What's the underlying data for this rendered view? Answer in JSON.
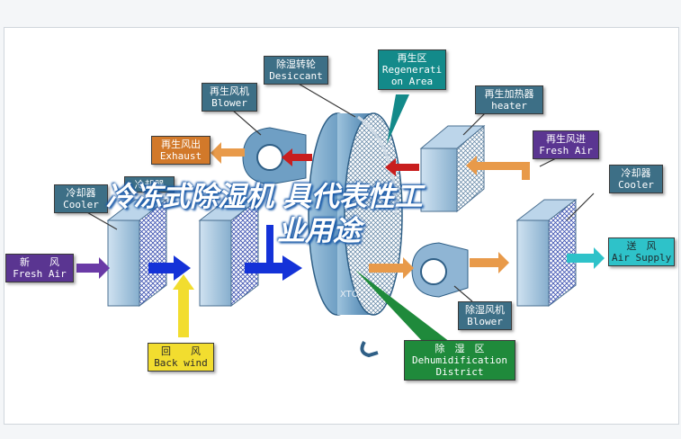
{
  "labels": {
    "desiccant": {
      "zh": "除湿转轮",
      "en": "Desiccant"
    },
    "regen_area": {
      "zh": "再生区",
      "en1": "Regenerati",
      "en2": "on Area"
    },
    "regen_blower": {
      "zh": "再生风机",
      "en": "Blower"
    },
    "regen_heater": {
      "zh": "再生加热器",
      "en": "heater"
    },
    "regen_exhaust": {
      "zh": "再生风出",
      "en": "Exhaust"
    },
    "regen_air_in": {
      "zh": "再生风进",
      "en": "Fresh Air"
    },
    "cooler_left": {
      "zh": "冷却器",
      "en": "Cooler"
    },
    "cooler_mid": {
      "zh": "冷却器"
    },
    "cooler_right": {
      "zh": "冷却器",
      "en": "Cooler"
    },
    "fresh_air": {
      "zh": "新　　风",
      "en": "Fresh Air"
    },
    "supply_air": {
      "zh": "送　风",
      "en": "Air Supply"
    },
    "back_wind": {
      "zh": "回　　风",
      "en": "Back wind"
    },
    "dehum_blower": {
      "zh": "除湿风机",
      "en": "Blower"
    },
    "dehum_district": {
      "zh": "除　湿　区",
      "en1": "Dehumidification",
      "en2": "District"
    }
  },
  "overlay": {
    "line1": "冷冻式除湿机 具代表性工",
    "line2": "业用途"
  },
  "watermark": "XTO",
  "colors": {
    "slate": "#3d6f86",
    "teal": "#138a8a",
    "purple": "#5a3591",
    "orange": "#d2792a",
    "yellow": "#f2dd2f",
    "green": "#1f8a3b",
    "cyan": "#2ec2c9",
    "arrow_blue": "#1432d8",
    "arrow_orange": "#e89a4a",
    "arrow_red": "#c81e1e",
    "arrow_purple": "#6a3aa6",
    "arrow_yellow": "#f2dd2f",
    "arrow_cyan": "#2ec2c9"
  }
}
